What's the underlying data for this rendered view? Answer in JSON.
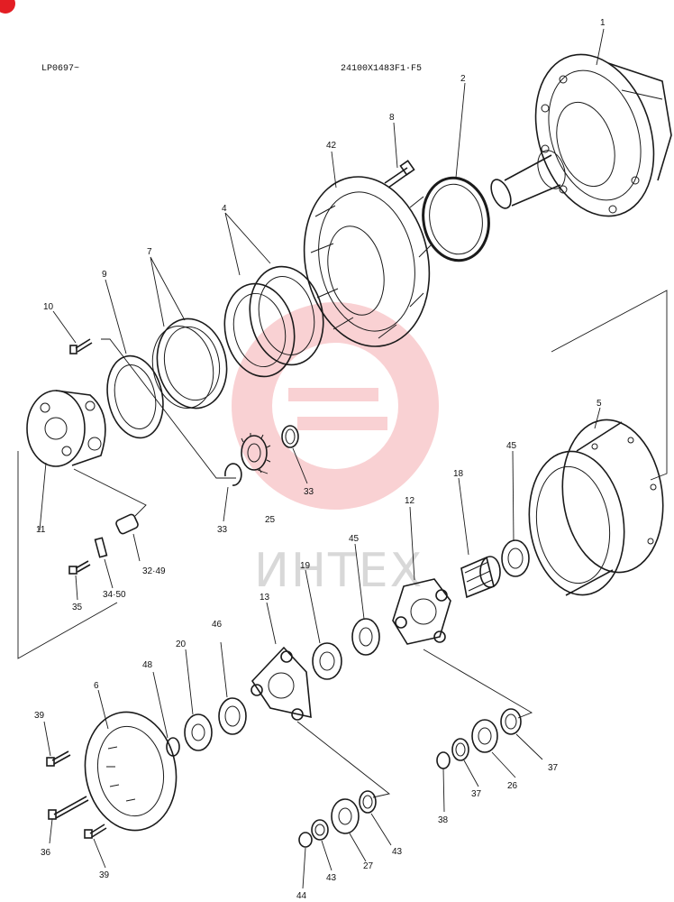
{
  "header": {
    "left_code": "LP0697~",
    "right_code": "24100X1483F1·F5"
  },
  "watermark": {
    "text": "ИНТЕХ",
    "color": "#e8343a"
  },
  "part_labels": [
    {
      "id": "1",
      "text": "1"
    },
    {
      "id": "2",
      "text": "2"
    },
    {
      "id": "4",
      "text": "4"
    },
    {
      "id": "5",
      "text": "5"
    },
    {
      "id": "6",
      "text": "6"
    },
    {
      "id": "7",
      "text": "7"
    },
    {
      "id": "8",
      "text": "8"
    },
    {
      "id": "9",
      "text": "9"
    },
    {
      "id": "10",
      "text": "10"
    },
    {
      "id": "11",
      "text": "11"
    },
    {
      "id": "12",
      "text": "12"
    },
    {
      "id": "13",
      "text": "13"
    },
    {
      "id": "18",
      "text": "18"
    },
    {
      "id": "19",
      "text": "19"
    },
    {
      "id": "20",
      "text": "20"
    },
    {
      "id": "25",
      "text": "25"
    },
    {
      "id": "26",
      "text": "26"
    },
    {
      "id": "27",
      "text": "27"
    },
    {
      "id": "32-49",
      "text": "32·49"
    },
    {
      "id": "33a",
      "text": "33"
    },
    {
      "id": "33b",
      "text": "33"
    },
    {
      "id": "34-50",
      "text": "34·50"
    },
    {
      "id": "35",
      "text": "35"
    },
    {
      "id": "36",
      "text": "36"
    },
    {
      "id": "37a",
      "text": "37"
    },
    {
      "id": "37b",
      "text": "37"
    },
    {
      "id": "38",
      "text": "38"
    },
    {
      "id": "39a",
      "text": "39"
    },
    {
      "id": "39b",
      "text": "39"
    },
    {
      "id": "42",
      "text": "42"
    },
    {
      "id": "43a",
      "text": "43"
    },
    {
      "id": "43b",
      "text": "43"
    },
    {
      "id": "44",
      "text": "44"
    },
    {
      "id": "45a",
      "text": "45"
    },
    {
      "id": "45b",
      "text": "45"
    },
    {
      "id": "46",
      "text": "46"
    },
    {
      "id": "48",
      "text": "48"
    }
  ]
}
